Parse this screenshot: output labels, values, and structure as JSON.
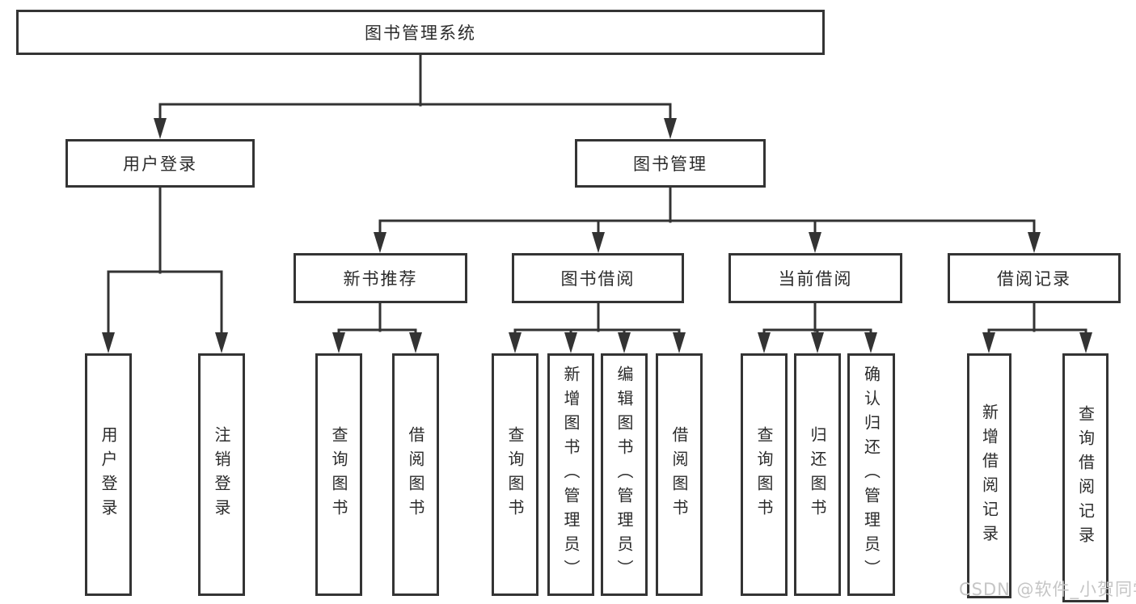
{
  "diagram": {
    "root": {
      "label": "图书管理系统"
    },
    "branches": [
      {
        "label": "用户登录",
        "children": [
          {
            "label": "用户登录"
          },
          {
            "label": "注销登录"
          }
        ]
      },
      {
        "label": "图书管理",
        "children": [
          {
            "label": "新书推荐",
            "children": [
              {
                "label": "查询图书"
              },
              {
                "label": "借阅图书"
              }
            ]
          },
          {
            "label": "图书借阅",
            "children": [
              {
                "label": "查询图书"
              },
              {
                "label": "新增图书（管理员）"
              },
              {
                "label": "编辑图书（管理员）"
              },
              {
                "label": "借阅图书"
              }
            ]
          },
          {
            "label": "当前借阅",
            "children": [
              {
                "label": "查询图书"
              },
              {
                "label": "归还图书"
              },
              {
                "label": "确认归还（管理员）"
              }
            ]
          },
          {
            "label": "借阅记录",
            "children": [
              {
                "label": "新增借阅记录"
              },
              {
                "label": "查询借阅记录"
              }
            ]
          }
        ]
      }
    ]
  },
  "watermark": {
    "text": "CSDN @软件_小贺同学"
  },
  "colors": {
    "line": "#333333",
    "box_border": "#343434",
    "text": "#2b2b2b",
    "background": "#ffffff",
    "watermark": "#c5c5c5"
  }
}
